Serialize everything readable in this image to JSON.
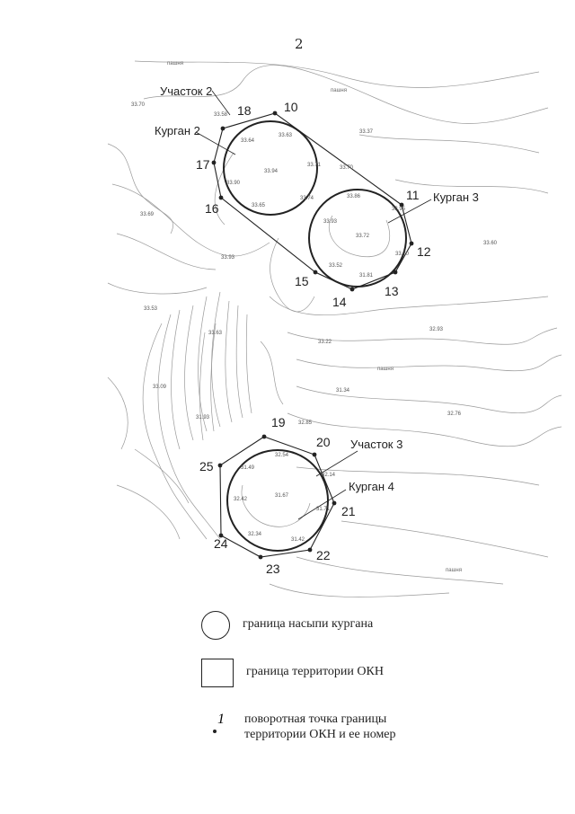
{
  "page": {
    "number": "2"
  },
  "areas": [
    {
      "id": "area2",
      "label": "Участок 2"
    },
    {
      "id": "area3",
      "label": "Участок 3"
    }
  ],
  "kurgans": [
    {
      "id": "k2",
      "label": "Курган 2"
    },
    {
      "id": "k3",
      "label": "Курган 3"
    },
    {
      "id": "k4",
      "label": "Курган 4"
    }
  ],
  "boundary_points": [
    "10",
    "11",
    "12",
    "13",
    "14",
    "15",
    "16",
    "17",
    "18",
    "19",
    "20",
    "21",
    "22",
    "23",
    "24",
    "25"
  ],
  "elevations": [
    "33.70",
    "33.37",
    "33.58",
    "33.63",
    "33.64",
    "33.71",
    "33.94",
    "33.74",
    "33.90",
    "33.70",
    "33.69",
    "33.65",
    "33.86",
    "33.95",
    "33.93",
    "33.72",
    "33.60",
    "33.70",
    "33.93",
    "33.52",
    "31.81",
    "33.53",
    "33.63",
    "32.93",
    "33.22",
    "33.09",
    "31.34",
    "32.76",
    "31.93",
    "32.85",
    "32.54",
    "31.49",
    "32.14",
    "32.42",
    "31.67",
    "31.71",
    "32.34",
    "31.42"
  ],
  "field_labels": [
    "пашня",
    "пашня",
    "пашня",
    "пашня"
  ],
  "legend": {
    "circle_text": "граница насыпи кургана",
    "square_text": "граница территории ОКН",
    "point_sample": "1",
    "point_text_line1": "поворотная точка границы",
    "point_text_line2": "территории ОКН и ее номер"
  }
}
